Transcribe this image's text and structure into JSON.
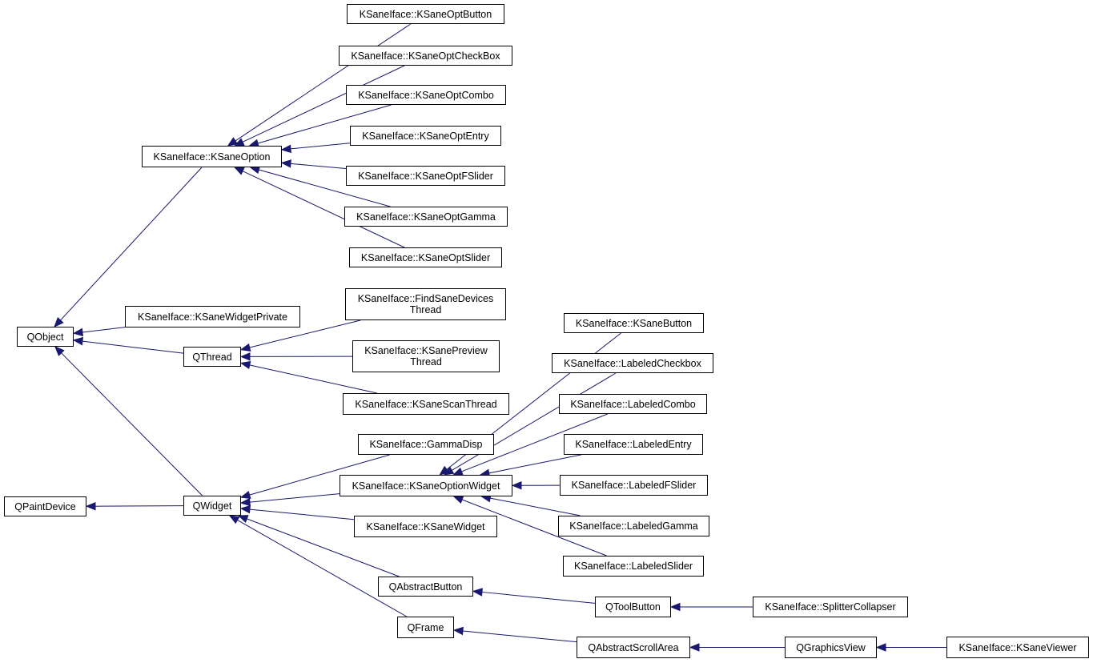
{
  "colors": {
    "edge": "#191970",
    "border": "#000000",
    "background": "#ffffff"
  },
  "nodes": {
    "qpaintdevice": "QPaintDevice",
    "qobject": "QObject",
    "kaneoption": "KSaneIface::KSaneOption",
    "widgetprivate": "KSaneIface::KSaneWidgetPrivate",
    "qthread": "QThread",
    "qwidget": "QWidget",
    "optbutton": "KSaneIface::KSaneOptButton",
    "optcheckbox": "KSaneIface::KSaneOptCheckBox",
    "optcombo": "KSaneIface::KSaneOptCombo",
    "optentry": "KSaneIface::KSaneOptEntry",
    "optfslider": "KSaneIface::KSaneOptFSlider",
    "optgamma": "KSaneIface::KSaneOptGamma",
    "optslider": "KSaneIface::KSaneOptSlider",
    "findsane": "KSaneIface::FindSaneDevices\nThread",
    "preview": "KSaneIface::KSanePreview\nThread",
    "scanthread": "KSaneIface::KSaneScanThread",
    "gammadisp": "KSaneIface::GammaDisp",
    "optionwidget": "KSaneIface::KSaneOptionWidget",
    "ksanewidget": "KSaneIface::KSaneWidget",
    "qabstractbutton": "QAbstractButton",
    "qframe": "QFrame",
    "ksanebutton": "KSaneIface::KSaneButton",
    "labeledcheckbox": "KSaneIface::LabeledCheckbox",
    "labeledcombo": "KSaneIface::LabeledCombo",
    "labeledentry": "KSaneIface::LabeledEntry",
    "labeledfslider": "KSaneIface::LabeledFSlider",
    "labeledgamma": "KSaneIface::LabeledGamma",
    "labeledslider": "KSaneIface::LabeledSlider",
    "qtoolbutton": "QToolButton",
    "qabstractscrollarea": "QAbstractScrollArea",
    "splittercollapser": "KSaneIface::SplitterCollapser",
    "qgraphicsview": "QGraphicsView",
    "ksaneviewer": "KSaneIface::KSaneViewer"
  },
  "edges": [
    [
      "qobject",
      "kaneoption"
    ],
    [
      "qobject",
      "widgetprivate"
    ],
    [
      "qobject",
      "qthread"
    ],
    [
      "qobject",
      "qwidget"
    ],
    [
      "qpaintdevice",
      "qwidget"
    ],
    [
      "kaneoption",
      "optbutton"
    ],
    [
      "kaneoption",
      "optcheckbox"
    ],
    [
      "kaneoption",
      "optcombo"
    ],
    [
      "kaneoption",
      "optentry"
    ],
    [
      "kaneoption",
      "optfslider"
    ],
    [
      "kaneoption",
      "optgamma"
    ],
    [
      "kaneoption",
      "optslider"
    ],
    [
      "qthread",
      "findsane"
    ],
    [
      "qthread",
      "preview"
    ],
    [
      "qthread",
      "scanthread"
    ],
    [
      "qwidget",
      "gammadisp"
    ],
    [
      "qwidget",
      "optionwidget"
    ],
    [
      "qwidget",
      "ksanewidget"
    ],
    [
      "qwidget",
      "qabstractbutton"
    ],
    [
      "qwidget",
      "qframe"
    ],
    [
      "optionwidget",
      "ksanebutton"
    ],
    [
      "optionwidget",
      "labeledcheckbox"
    ],
    [
      "optionwidget",
      "labeledcombo"
    ],
    [
      "optionwidget",
      "labeledentry"
    ],
    [
      "optionwidget",
      "labeledfslider"
    ],
    [
      "optionwidget",
      "labeledgamma"
    ],
    [
      "optionwidget",
      "labeledslider"
    ],
    [
      "qabstractbutton",
      "qtoolbutton"
    ],
    [
      "qtoolbutton",
      "splittercollapser"
    ],
    [
      "qframe",
      "qabstractscrollarea"
    ],
    [
      "qabstractscrollarea",
      "qgraphicsview"
    ],
    [
      "qgraphicsview",
      "ksaneviewer"
    ]
  ]
}
